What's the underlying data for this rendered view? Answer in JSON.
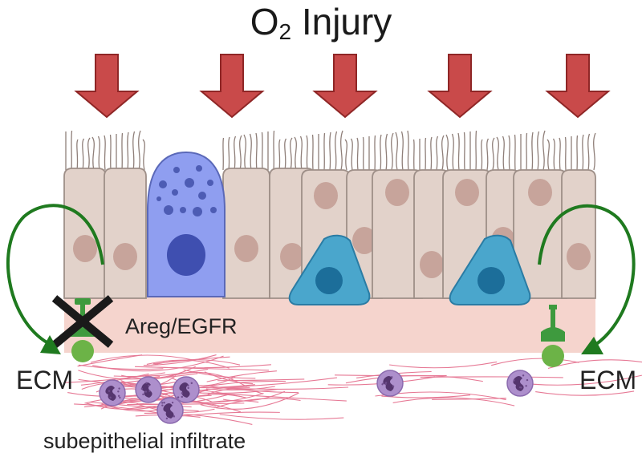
{
  "title": {
    "main": "O",
    "subscript": "2",
    "suffix": " Injury"
  },
  "labels": {
    "areg_egfr": "Areg/EGFR",
    "ecm_left": "ECM",
    "ecm_right": "ECM",
    "infiltrate": "subepithelial infiltrate"
  },
  "icons": {
    "injury_arrow": "down-arrow-icon",
    "blocked_signal": "cross-mark-icon",
    "feedback_arrow": "curved-arrow-icon",
    "receptor": "receptor-icon",
    "ligand": "ligand-dot-icon",
    "immune_cell": "neutrophil-icon"
  },
  "colors": {
    "arrow_fill": "#c94a4a",
    "arrow_stroke": "#8f2626",
    "epithelial_cell": "#e2d2ca",
    "cell_outline": "#9e8f88",
    "nucleus": "#c7a49b",
    "goblet_cell": "#8f9ef0",
    "goblet_nucleus": "#3f4fb0",
    "basal_cell": "#4aa6cc",
    "basal_nucleus": "#1c6e9a",
    "basement_membrane": "#f5d4cd",
    "feedback_arrow": "#1f7a1f",
    "receptor": "#3e9a3e",
    "ligand": "#6cb347",
    "fiber": "#e46b8a",
    "immune_cell": "#ad8fcc",
    "immune_nucleus": "#55356e",
    "cross_mark": "#1a1a1a"
  }
}
